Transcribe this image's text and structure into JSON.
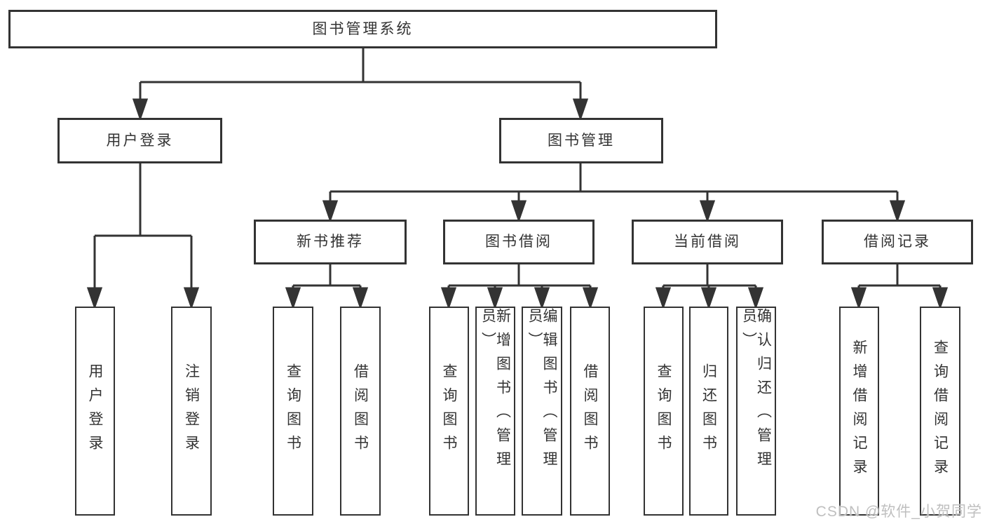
{
  "diagram": {
    "title": "图书管理系统",
    "colors": {
      "background": "#ffffff",
      "line": "#333333",
      "text": "#333333",
      "watermark": "#bfbfbf"
    },
    "root": {
      "label": "图书管理系统"
    },
    "level2": [
      {
        "label": "用户登录",
        "parent": "图书管理系统"
      },
      {
        "label": "图书管理",
        "parent": "图书管理系统"
      }
    ],
    "level3": [
      {
        "label": "新书推荐",
        "parent": "图书管理"
      },
      {
        "label": "图书借阅",
        "parent": "图书管理"
      },
      {
        "label": "当前借阅",
        "parent": "图书管理"
      },
      {
        "label": "借阅记录",
        "parent": "图书管理"
      }
    ],
    "leaves": [
      {
        "label": "用户登录",
        "parent": "用户登录"
      },
      {
        "label": "注销登录",
        "parent": "用户登录"
      },
      {
        "label": "查询图书",
        "parent": "新书推荐"
      },
      {
        "label": "借阅图书",
        "parent": "新书推荐"
      },
      {
        "label": "查询图书",
        "parent": "图书借阅"
      },
      {
        "label": "新增图书（管理员）",
        "parent": "图书借阅"
      },
      {
        "label": "编辑图书（管理员）",
        "parent": "图书借阅"
      },
      {
        "label": "借阅图书",
        "parent": "图书借阅"
      },
      {
        "label": "查询图书",
        "parent": "当前借阅"
      },
      {
        "label": "归还图书",
        "parent": "当前借阅"
      },
      {
        "label": "确认归还（管理员）",
        "parent": "当前借阅"
      },
      {
        "label": "新增借阅记录",
        "parent": "借阅记录"
      },
      {
        "label": "查询借阅记录",
        "parent": "借阅记录"
      }
    ],
    "watermark": "CSDN @软件_小贺同学"
  }
}
